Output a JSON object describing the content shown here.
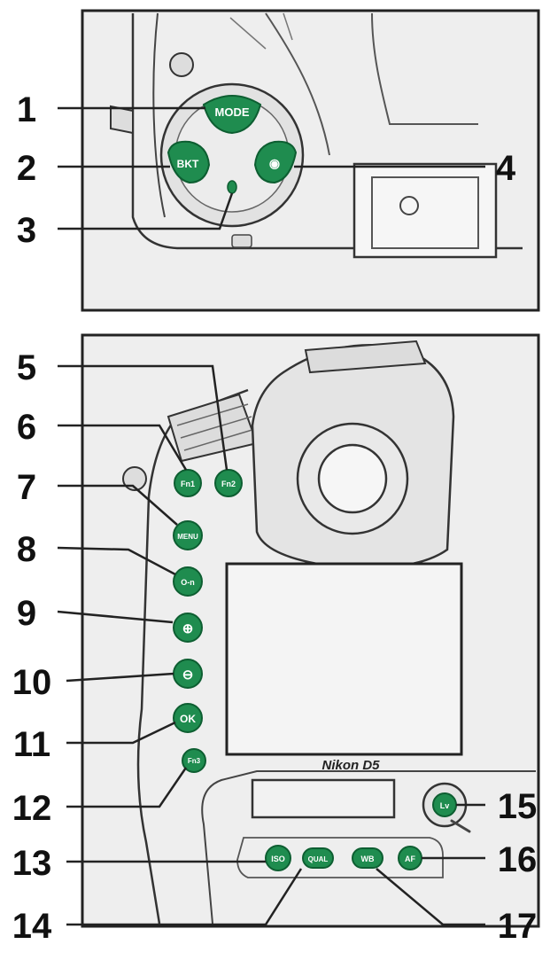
{
  "callouts": [
    {
      "number": "1",
      "target": "mode-button"
    },
    {
      "number": "2",
      "target": "bkt-button"
    },
    {
      "number": "3",
      "target": "lamp-indicator"
    },
    {
      "number": "4",
      "target": "metering-button"
    },
    {
      "number": "5",
      "target": "fn2-button"
    },
    {
      "number": "6",
      "target": "fn1-button"
    },
    {
      "number": "7",
      "target": "menu-button"
    },
    {
      "number": "8",
      "target": "protect-button"
    },
    {
      "number": "9",
      "target": "zoom-in-button"
    },
    {
      "number": "10",
      "target": "zoom-out-button"
    },
    {
      "number": "11",
      "target": "ok-button"
    },
    {
      "number": "12",
      "target": "fn3-button"
    },
    {
      "number": "13",
      "target": "iso-button"
    },
    {
      "number": "14",
      "target": "qual-button"
    },
    {
      "number": "15",
      "target": "lv-selector"
    },
    {
      "number": "16",
      "target": "af-mode-button"
    },
    {
      "number": "17",
      "target": "wb-button"
    }
  ],
  "labels": {
    "mode": "MODE",
    "bkt": "BKT",
    "meter": "◉",
    "fn1": "Fn1",
    "fn2": "Fn2",
    "menu": "MENU",
    "protect": "O-n",
    "zoom_in": "⊕",
    "zoom_out": "⊖",
    "ok": "OK",
    "fn3": "Fn3",
    "iso": "ISO",
    "qual": "QUAL",
    "wb": "WB",
    "af": "AF",
    "lv": "Lv",
    "brand": "Nikon D5"
  },
  "colors": {
    "button_green": "#1f8c4f",
    "button_dark": "#0d5e31",
    "line": "#222222",
    "panel_bg": "#eeeeee",
    "screen_bg": "#f4f4f4"
  }
}
